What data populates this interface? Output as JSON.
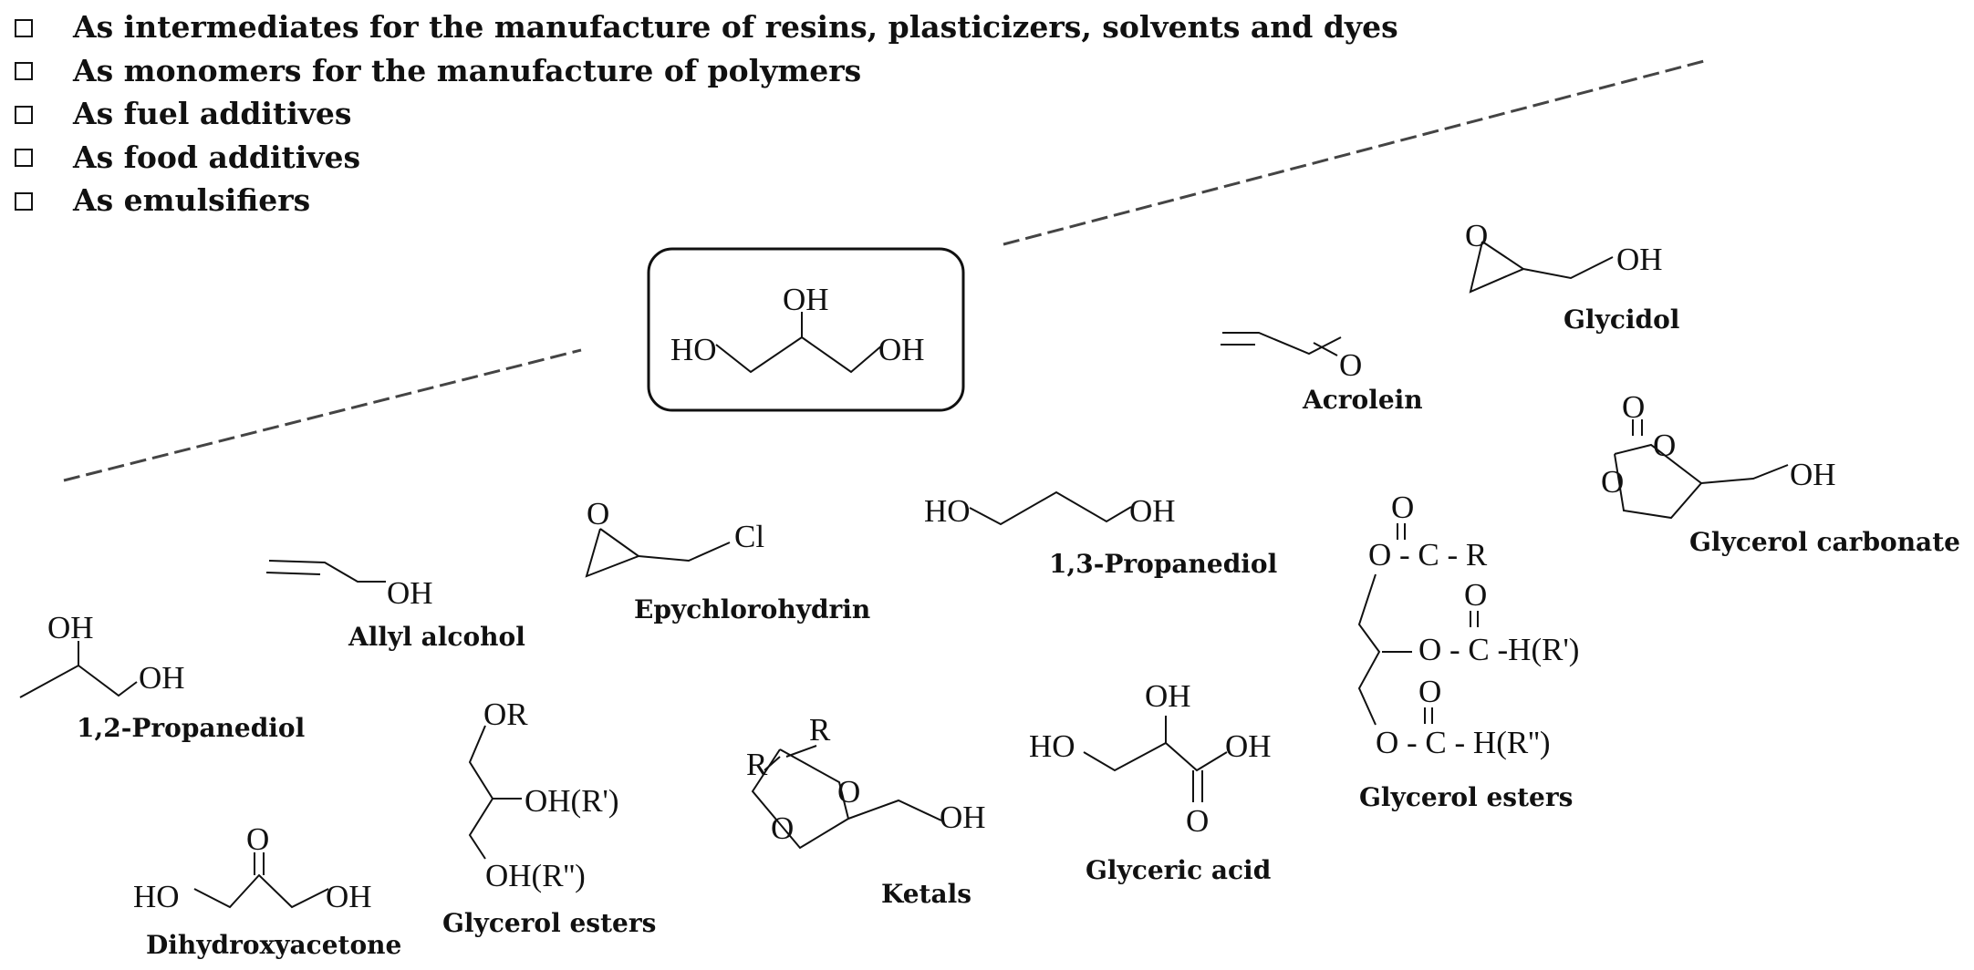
{
  "uses": [
    "As intermediates for the manufacture of resins, plasticizers, solvents and dyes",
    "As monomers for the manufacture of polymers",
    "As fuel additives",
    "As food additives",
    "As emulsifiers"
  ],
  "glycerol": {
    "oh_top": "OH",
    "ho_left": "HO",
    "oh_right": "OH"
  },
  "compounds": {
    "propanediol_12": {
      "name": "1,2-Propanediol",
      "oh1": "OH",
      "oh2": "OH"
    },
    "allyl_alcohol": {
      "name": "Allyl alcohol",
      "oh": "OH"
    },
    "epichlorohydrin": {
      "name": "Epychlorohydrin",
      "o": "O",
      "cl": "Cl"
    },
    "propanediol_13": {
      "name": "1,3-Propanediol",
      "ho": "HO",
      "oh": "OH"
    },
    "acrolein": {
      "name": "Acrolein",
      "o": "O"
    },
    "glycidol": {
      "name": "Glycidol",
      "o": "O",
      "oh": "OH"
    },
    "glycerol_carbonate": {
      "name": "Glycerol carbonate",
      "o_top": "O",
      "o_ring1": "O",
      "o_ring2": "O",
      "oh": "OH"
    },
    "glycerol_esters_right": {
      "name": "Glycerol esters",
      "row1": "O - C - R",
      "row2": "O - C -H(R')",
      "row3": "O - C - H(R'')",
      "carbonyl_o": "O"
    },
    "glyceric_acid": {
      "name": "Glyceric acid",
      "oh_top": "OH",
      "ho": "HO",
      "oh": "OH",
      "o": "O"
    },
    "ketals": {
      "name": "Ketals",
      "r1": "R",
      "r2": "R",
      "o1": "O",
      "o2": "O",
      "oh": "OH"
    },
    "glycerol_esters_left": {
      "name": "Glycerol esters",
      "or": "OR",
      "ohr1": "OH(R')",
      "ohr2": "OH(R'')"
    },
    "dihydroxyacetone": {
      "name": "Dihydroxyacetone",
      "ho": "HO",
      "o": "O",
      "oh": "OH"
    }
  }
}
